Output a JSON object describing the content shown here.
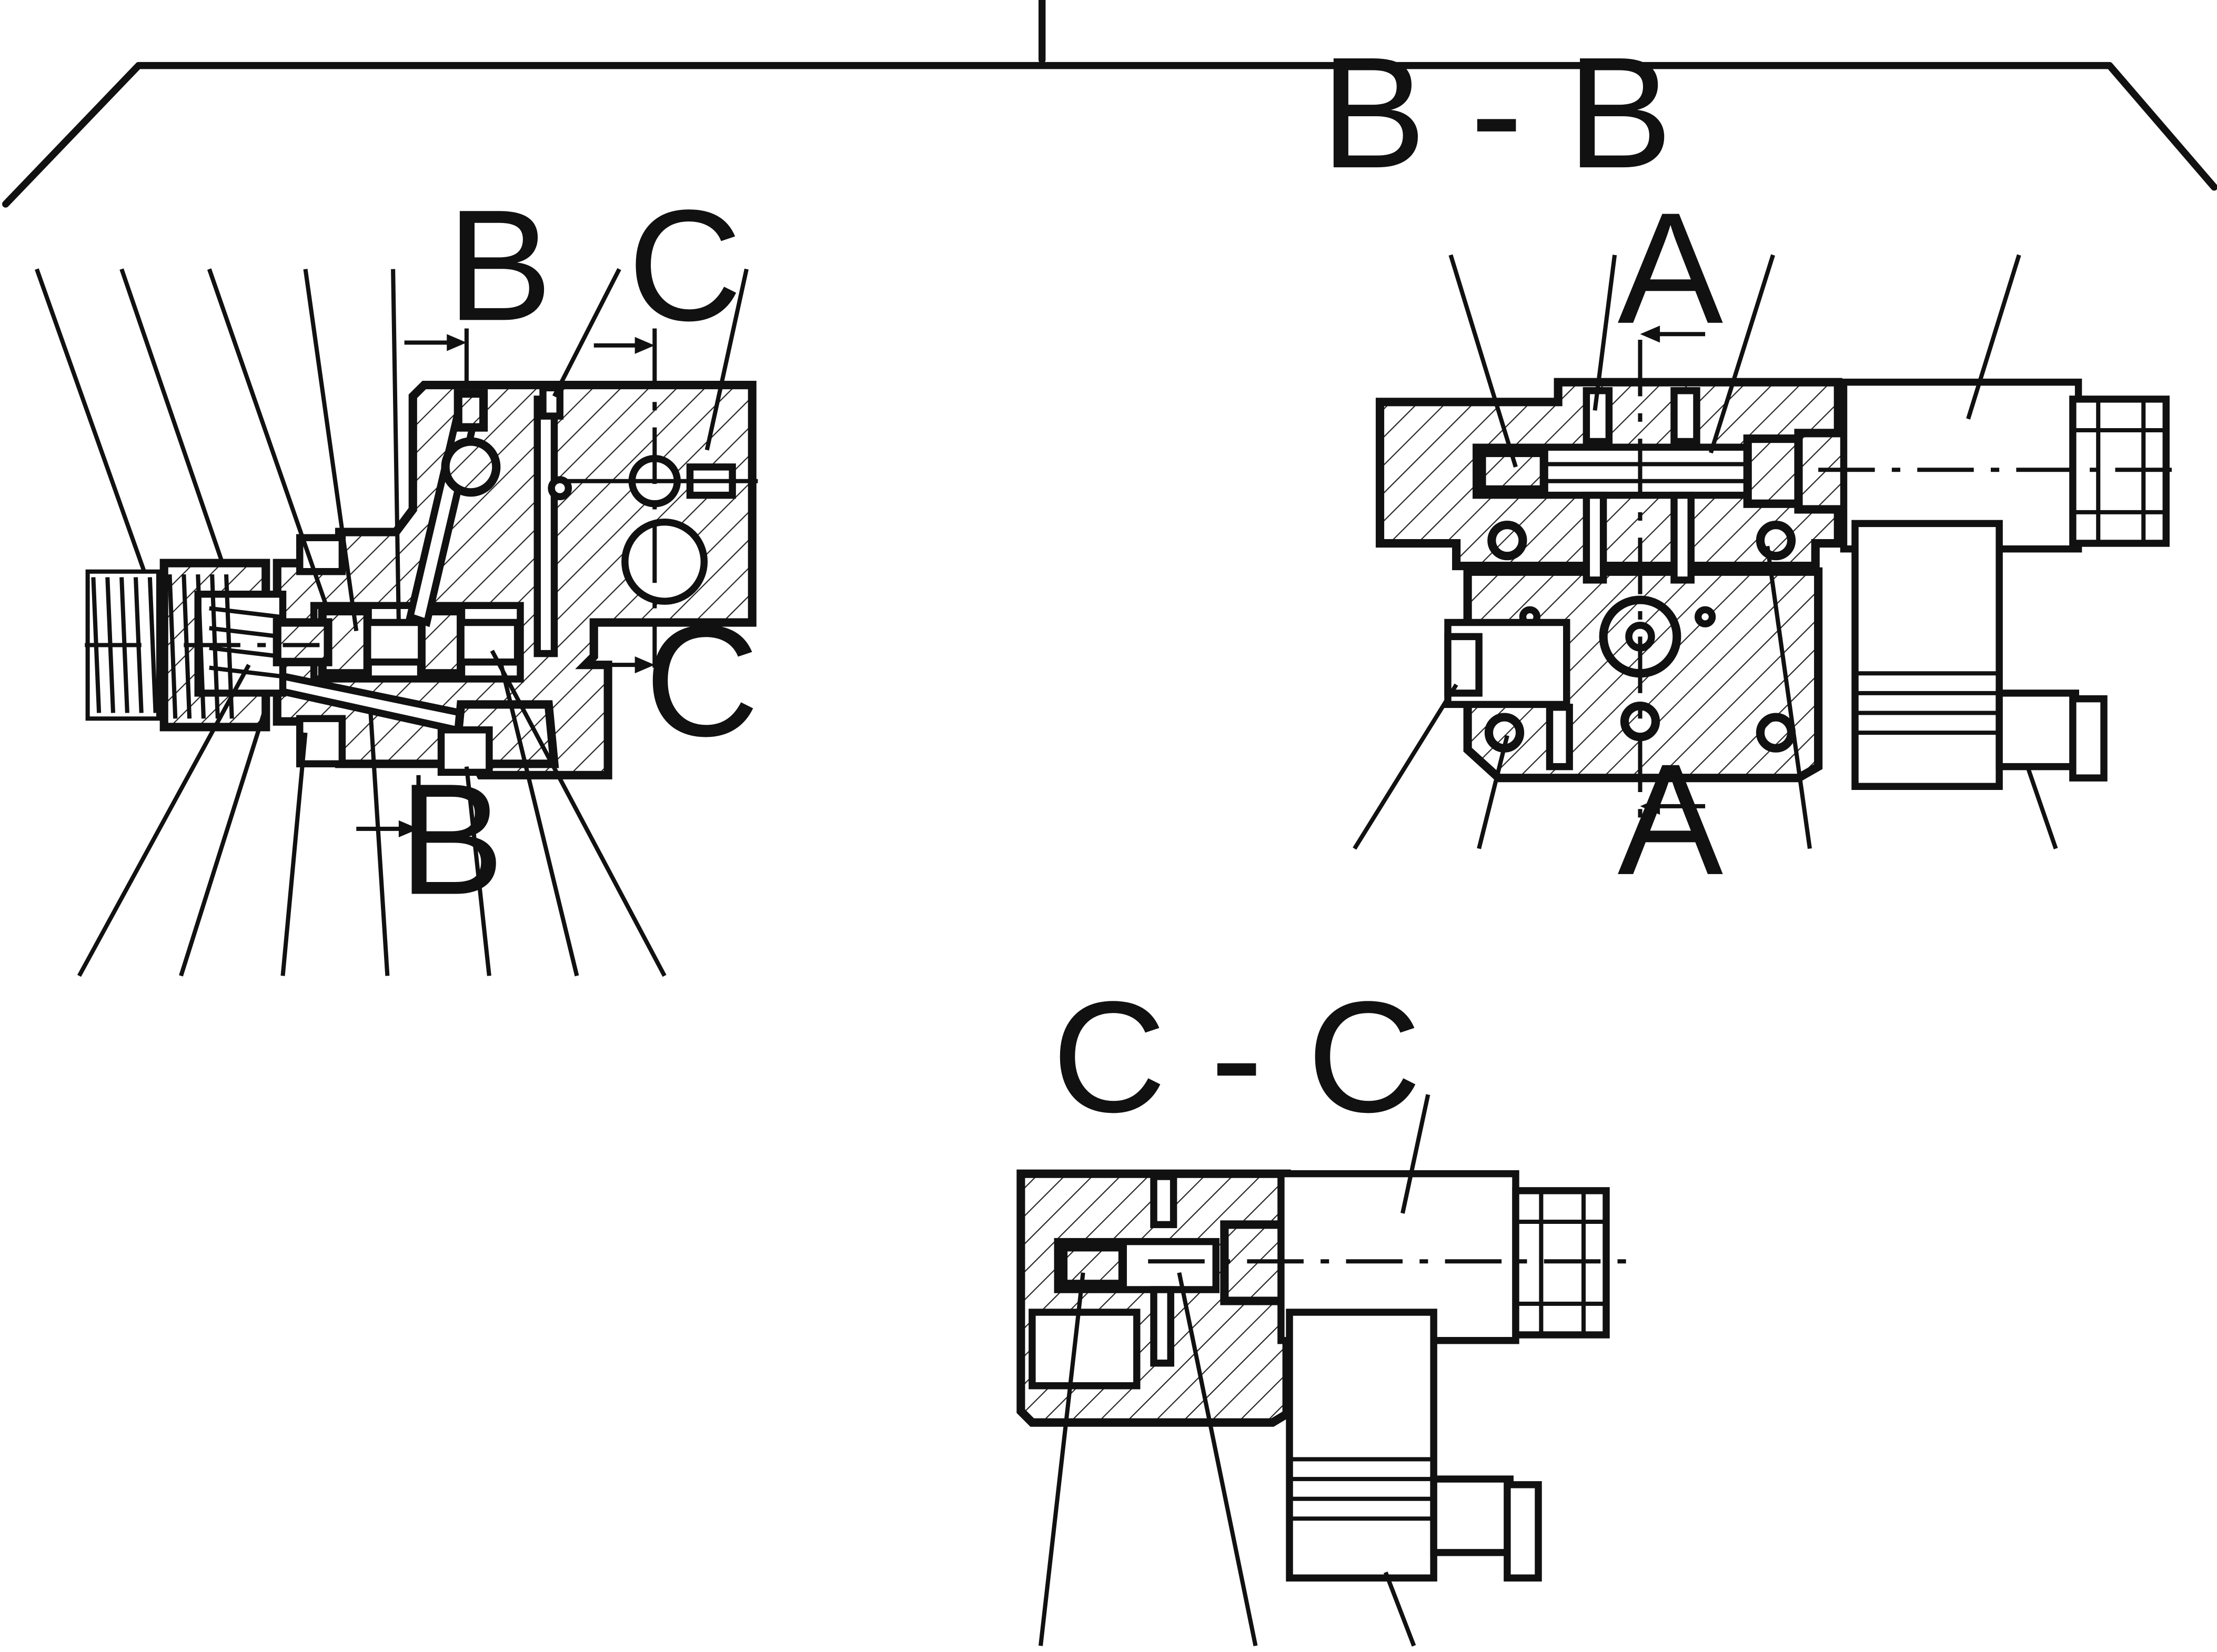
{
  "sections": {
    "bb_title": "B - B",
    "cc_title": "C - C"
  },
  "markers": {
    "b": "B",
    "c": "C",
    "a": "A"
  }
}
